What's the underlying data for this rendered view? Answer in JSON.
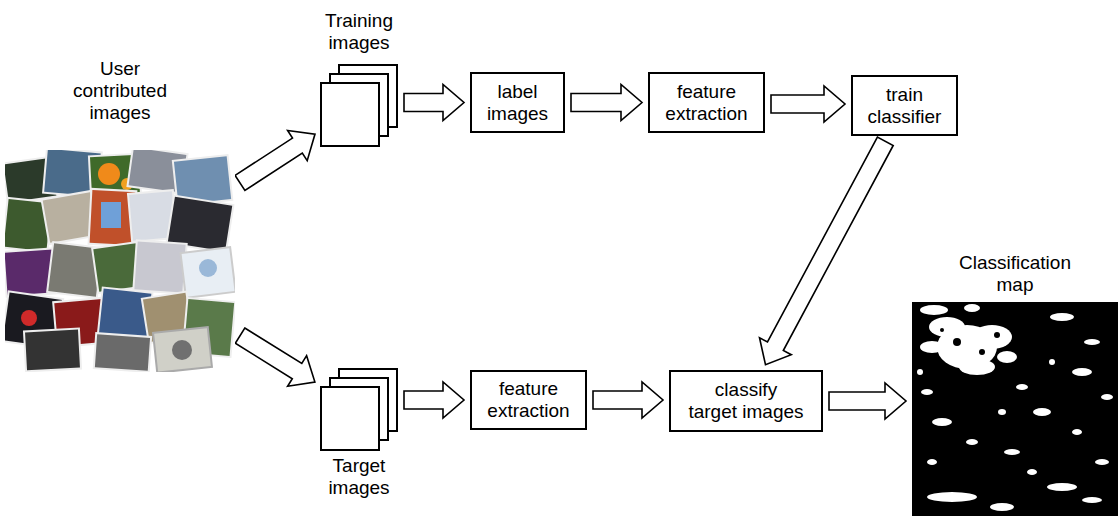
{
  "diagram": {
    "nodes": [
      {
        "text": [
          "User contributed images"
        ]
      },
      {
        "text": [
          "Training images"
        ]
      },
      {
        "text": [
          "label images"
        ]
      },
      {
        "text": [
          "feature extraction"
        ]
      },
      {
        "text": [
          "train classifier"
        ]
      },
      {
        "text": [
          "Target images"
        ]
      },
      {
        "text": [
          "feature extraction"
        ]
      },
      {
        "text": [
          "classify target images"
        ]
      },
      {
        "text": [
          "Classification map"
        ]
      }
    ],
    "edges": [
      {
        "from": 0,
        "to": 1,
        "arrow": "to"
      },
      {
        "from": 1,
        "to": 2,
        "arrow": "to"
      },
      {
        "from": 2,
        "to": 3,
        "arrow": "to"
      },
      {
        "from": 3,
        "to": 4,
        "arrow": "to"
      },
      {
        "from": 4,
        "to": 7,
        "arrow": "to"
      },
      {
        "from": 0,
        "to": 5,
        "arrow": "to"
      },
      {
        "from": 5,
        "to": 6,
        "arrow": "to"
      },
      {
        "from": 6,
        "to": 7,
        "arrow": "to"
      },
      {
        "from": 7,
        "to": 8,
        "arrow": "to"
      }
    ]
  }
}
